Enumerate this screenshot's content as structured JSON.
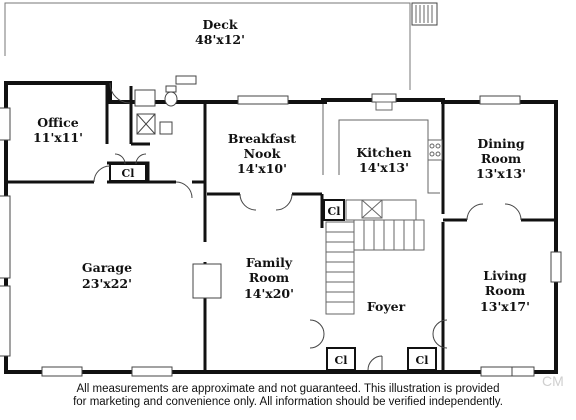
{
  "rooms": [
    {
      "id": "deck",
      "name": "Deck",
      "size": "48'x12'"
    },
    {
      "id": "office",
      "name": "Office",
      "size": "11'x11'"
    },
    {
      "id": "breakfast",
      "name": "Breakfast",
      "name2": "Nook",
      "size": "14'x10'"
    },
    {
      "id": "kitchen",
      "name": "Kitchen",
      "size": "14'x13'"
    },
    {
      "id": "dining",
      "name": "Dining",
      "name2": "Room",
      "size": "13'x13'"
    },
    {
      "id": "garage",
      "name": "Garage",
      "size": "23'x22'"
    },
    {
      "id": "family",
      "name": "Family",
      "name2": "Room",
      "size": "14'x20'"
    },
    {
      "id": "living",
      "name": "Living",
      "name2": "Room",
      "size": "13'x17'"
    },
    {
      "id": "foyer",
      "name": "Foyer"
    }
  ],
  "closet_label": "Cl",
  "disclaimer": {
    "line1": "All measurements are approximate and not guaranteed. This illustration is provided",
    "line2": "for marketing and convenience only. All information should be verified independently."
  },
  "watermark": "CM",
  "colors": {
    "wall": "#111111",
    "line": "#555555",
    "background": "#ffffff"
  }
}
